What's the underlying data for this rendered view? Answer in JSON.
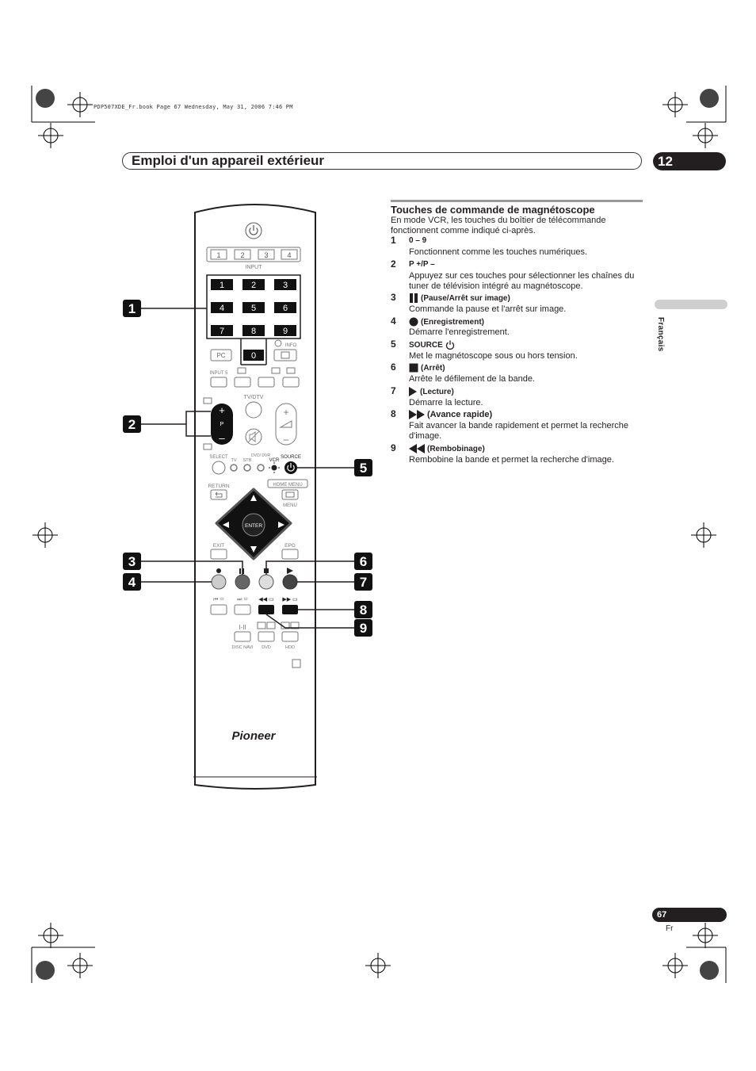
{
  "print_line": "PDP507XDE_Fr.book  Page 67  Wednesday, May 31, 2006  7:46 PM",
  "header": {
    "title": "Emploi d'un appareil extérieur",
    "chapter": "12"
  },
  "side_tab": {
    "language": "Français"
  },
  "section": {
    "heading": "Touches de commande de magnétoscope",
    "intro": "En mode VCR, les touches du boîtier de télécommande fonctionnent comme indiqué ci-après.",
    "items": [
      {
        "num": "1",
        "title": "0 – 9",
        "icon": "",
        "desc": "Fonctionnent comme les touches numériques."
      },
      {
        "num": "2",
        "title": "P +/P –",
        "icon": "",
        "desc": "Appuyez sur ces touches pour sélectionner les chaînes du tuner de télévision intégré au magnétoscope."
      },
      {
        "num": "3",
        "title": "(Pause/Arrêt sur image)",
        "icon": "pause-icon",
        "desc": "Commande la pause et l'arrêt sur image."
      },
      {
        "num": "4",
        "title": "(Enregistrement)",
        "icon": "record-icon",
        "desc": "Démarre l'enregistrement."
      },
      {
        "num": "5",
        "title": "SOURCE",
        "icon": "power-icon",
        "desc": "Met le magnétoscope sous ou hors tension."
      },
      {
        "num": "6",
        "title": "(Arrêt)",
        "icon": "stop-icon",
        "desc": "Arrête le défilement de la bande."
      },
      {
        "num": "7",
        "title": "(Lecture)",
        "icon": "play-icon",
        "desc": "Démarre la lecture."
      },
      {
        "num": "8",
        "title": "(Avance rapide)",
        "icon": "fast-forward-icon",
        "desc": "Fait avancer la bande rapidement et permet la recherche d'image."
      },
      {
        "num": "9",
        "title": "(Rembobinage)",
        "icon": "rewind-icon",
        "desc": "Rembobine la bande et permet la recherche d'image."
      }
    ]
  },
  "remote": {
    "input_buttons": [
      "1",
      "2",
      "3",
      "4"
    ],
    "input_label": "INPUT",
    "digits": [
      "1",
      "2",
      "3",
      "4",
      "5",
      "6",
      "7",
      "8",
      "9",
      "0"
    ],
    "pc": "PC",
    "info": "INFO",
    "input5": "INPUT 5",
    "tvdtv": "TV/DTV",
    "select": "SELECT",
    "tv": "TV",
    "stb": "STB",
    "dvd_dvr": "DVD/ DVR",
    "vcr": "VCR",
    "source": "SOURCE",
    "return": "RETURN",
    "home_menu": "HOME MENU",
    "menu": "MENU",
    "enter": "ENTER",
    "exit": "EXIT",
    "epg": "EPG",
    "disc_navi": "DISC NAVI",
    "dvd": "DVD",
    "hdd": "HDD",
    "brand": "Pioneer",
    "callouts": [
      "1",
      "2",
      "3",
      "4",
      "5",
      "6",
      "7",
      "8",
      "9"
    ]
  },
  "footer": {
    "page": "67",
    "sub": "Fr"
  }
}
